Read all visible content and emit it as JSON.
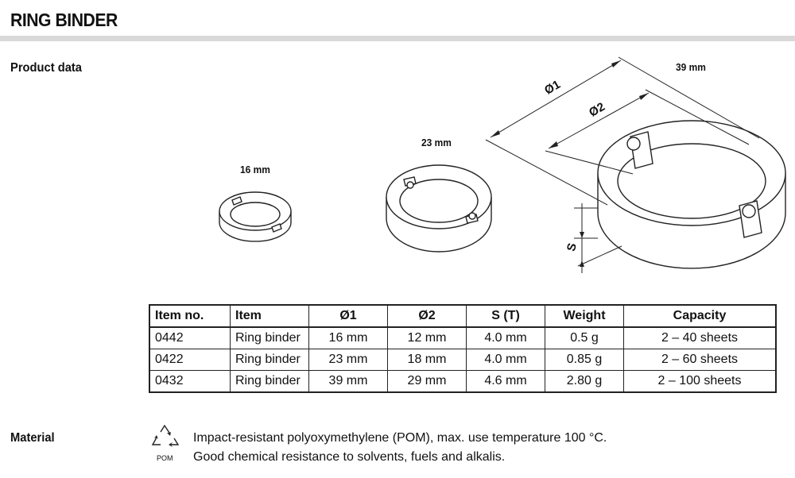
{
  "header": {
    "title": "RING BINDER"
  },
  "sections": {
    "product_data": "Product data",
    "material": "Material"
  },
  "drawing": {
    "size_small": "16 mm",
    "size_medium": "23 mm",
    "size_large": "39 mm",
    "dim_d1": "Ø1",
    "dim_d2": "Ø2",
    "dim_s": "S"
  },
  "table": {
    "headers": [
      "Item no.",
      "Item",
      "Ø1",
      "Ø2",
      "S (T)",
      "Weight",
      "Capacity"
    ],
    "rows": [
      [
        "0442",
        "Ring binder",
        "16 mm",
        "12 mm",
        "4.0 mm",
        "0.5 g",
        "2 – 40 sheets"
      ],
      [
        "0422",
        "Ring binder",
        "23 mm",
        "18 mm",
        "4.0 mm",
        "0.85 g",
        "2 – 60 sheets"
      ],
      [
        "0432",
        "Ring binder",
        "39 mm",
        "29 mm",
        "4.6 mm",
        "2.80 g",
        "2 – 100 sheets"
      ]
    ]
  },
  "material": {
    "recycle_code": "POM",
    "line1": "Impact-resistant polyoxymethylene (POM), max. use temperature 100 °C.",
    "line2": "Good chemical resistance to solvents, fuels and alkalis."
  }
}
